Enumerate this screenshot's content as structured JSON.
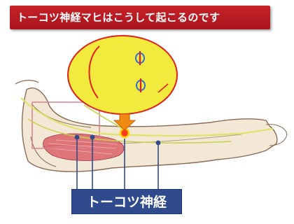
{
  "title": "トーコツ神経マヒはこうして起こるのです",
  "nerve_label": "トーコツ神経",
  "icons": [
    "arm-illustration",
    "magnifier-bubble",
    "arrow-down-icon",
    "nerve-cross-section-icon"
  ],
  "colors": {
    "title_bg": "#b81b23",
    "label_bg": "#2f4a8d",
    "bubble_fill": "#f2ea3c",
    "arrow": "#f08a12"
  }
}
